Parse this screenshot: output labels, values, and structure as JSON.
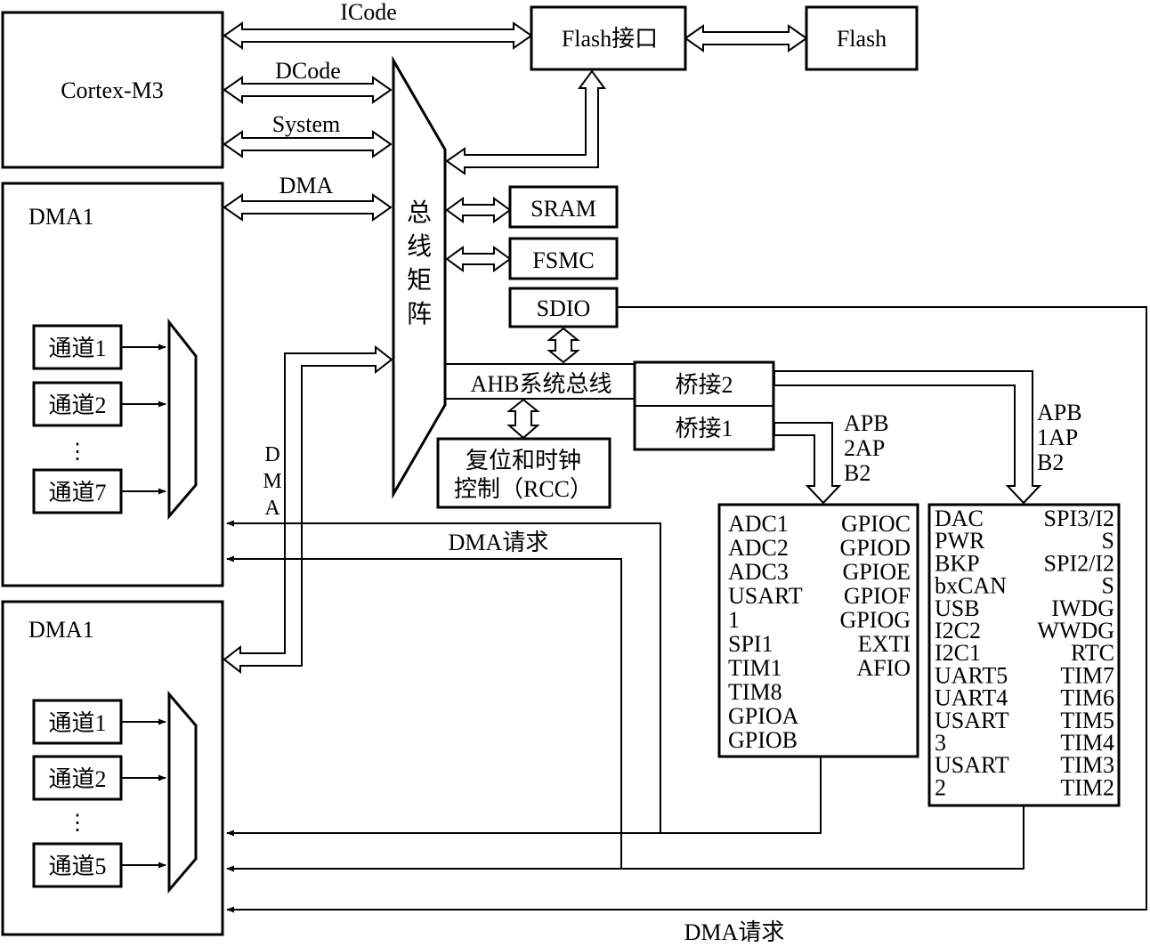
{
  "labels": {
    "cortex": "Cortex-M3",
    "flash_if": "Flash接口",
    "flash": "Flash",
    "icode": "ICode",
    "dcode": "DCode",
    "system": "System",
    "dma_bus": "DMA",
    "bus_matrix": [
      "总",
      "线",
      "矩",
      "阵"
    ],
    "sram": "SRAM",
    "fsmc": "FSMC",
    "sdio": "SDIO",
    "ahb": "AHB系统总线",
    "bridge2": "桥接2",
    "bridge1": "桥接1",
    "rcc": [
      "复位和时钟",
      "控制（RCC）"
    ],
    "apb2": [
      "APB",
      "2AP",
      "B2"
    ],
    "apb1": [
      "APB",
      "1AP",
      "B2"
    ],
    "dma_vertical": [
      "D",
      "M",
      "A"
    ],
    "dma_request": "DMA请求",
    "dma_request_bottom": "DMA请求"
  },
  "dma1_top": {
    "title": "DMA1",
    "channels": [
      "通道1",
      "通道2",
      "通道7"
    ],
    "dots": "⋮"
  },
  "dma1_bottom": {
    "title": "DMA1",
    "channels": [
      "通道1",
      "通道2",
      "通道5"
    ],
    "dots": "⋮"
  },
  "apb2_left": [
    "ADC1",
    "ADC2",
    "ADC3",
    "USART",
    "1",
    "SPI1",
    "TIM1",
    "TIM8",
    "GPIOA",
    "GPIOB"
  ],
  "apb2_right": [
    "GPIOC",
    "GPIOD",
    "GPIOE",
    "GPIOF",
    "GPIOG",
    "EXTI",
    "AFIO"
  ],
  "apb1_left": [
    "DAC",
    "PWR",
    "BKP",
    "bxCAN",
    "USB",
    "I2C2",
    "I2C1",
    "UART5",
    "UART4",
    "USART",
    "3",
    "USART",
    "2"
  ],
  "apb1_right": [
    "SPI3/I2",
    "S",
    "SPI2/I2",
    "S",
    "IWDG",
    "WWDG",
    "RTC",
    "TIM7",
    "TIM6",
    "TIM5",
    "TIM4",
    "TIM3",
    "TIM2"
  ]
}
